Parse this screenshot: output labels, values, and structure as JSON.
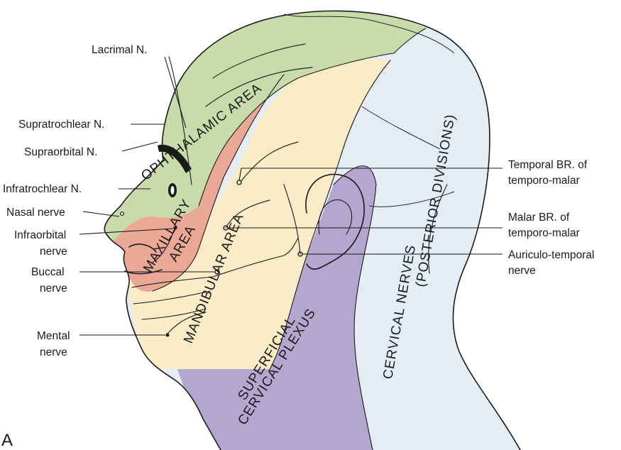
{
  "panel_letter": "A",
  "regions": {
    "ophthalmic": "OPHTHALAMIC AREA",
    "maxillary_line1": "MAXILLARY",
    "maxillary_line2": "AREA",
    "mandibular": "MANDIBULAR AREA",
    "superficial_cervical_line1": "SUPERFICIAL",
    "superficial_cervical_line2": "CERVICAL PLEXUS",
    "cervical_nerves": "CERVICAL NERVES",
    "posterior_divisions": "(POSTERIOR DIVISIONS)"
  },
  "labels": {
    "lacrimal": "Lacrimal N.",
    "supratrochlear": "Supratrochlear N.",
    "supraorbital": "Supraorbital N.",
    "infratrochlear": "Infratrochlear N.",
    "nasal": "Nasal nerve",
    "infraorbital_line1": "Infraorbital",
    "infraorbital_line2": "nerve",
    "buccal_line1": "Buccal",
    "buccal_line2": "nerve",
    "mental_line1": "Mental",
    "mental_line2": "nerve",
    "temporal_line1": "Temporal BR. of",
    "temporal_line2": "temporo-malar",
    "malar_line1": "Malar BR. of",
    "malar_line2": "temporo-malar",
    "auriculo_line1": "Auriculo-temporal",
    "auriculo_line2": "nerve"
  },
  "colors": {
    "ophthalmic": "#c8dbaa",
    "maxillary": "#eba896",
    "mandibular": "#fbecc8",
    "cervical_nerves": "#e4ecf4",
    "superficial_cervical": "#b3a7cf",
    "outline": "#1a1a1a"
  }
}
